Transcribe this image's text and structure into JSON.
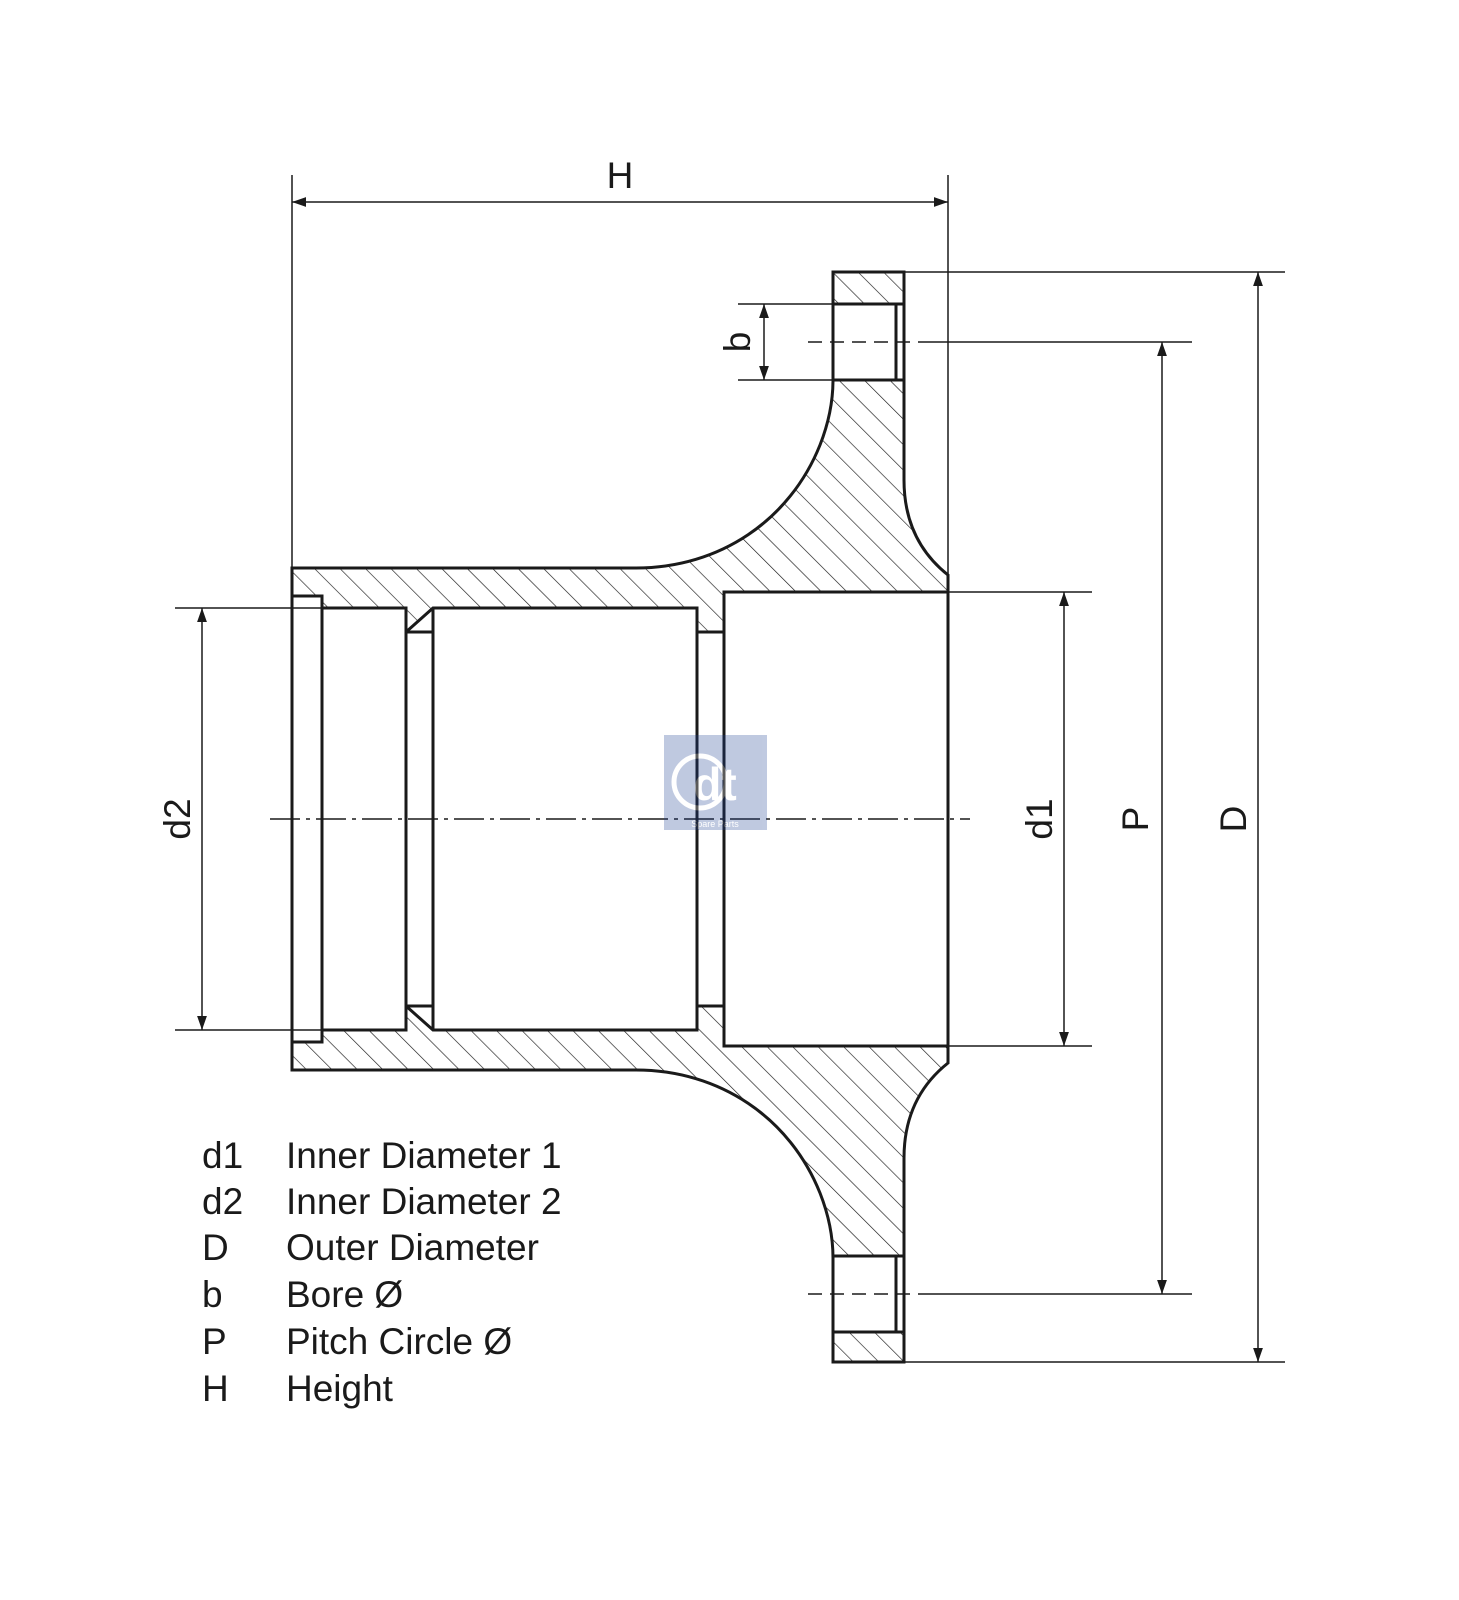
{
  "dimension_labels": {
    "H": "H",
    "b": "b",
    "d1": "d1",
    "d2": "d2",
    "P": "P",
    "D": "D"
  },
  "legend": [
    {
      "symbol": "d1",
      "description": "Inner Diameter 1"
    },
    {
      "symbol": "d2",
      "description": "Inner Diameter 2"
    },
    {
      "symbol": "D",
      "description": "Outer Diameter"
    },
    {
      "symbol": "b",
      "description": "Bore Ø"
    },
    {
      "symbol": "P",
      "description": "Pitch Circle Ø"
    },
    {
      "symbol": "H",
      "description": "Height"
    }
  ],
  "watermark": {
    "text": "dt",
    "subtext": "Spare Parts",
    "color": "#1c3f94"
  },
  "colors": {
    "line": "#1a1a1a",
    "hatch": "#1a1a1a"
  }
}
